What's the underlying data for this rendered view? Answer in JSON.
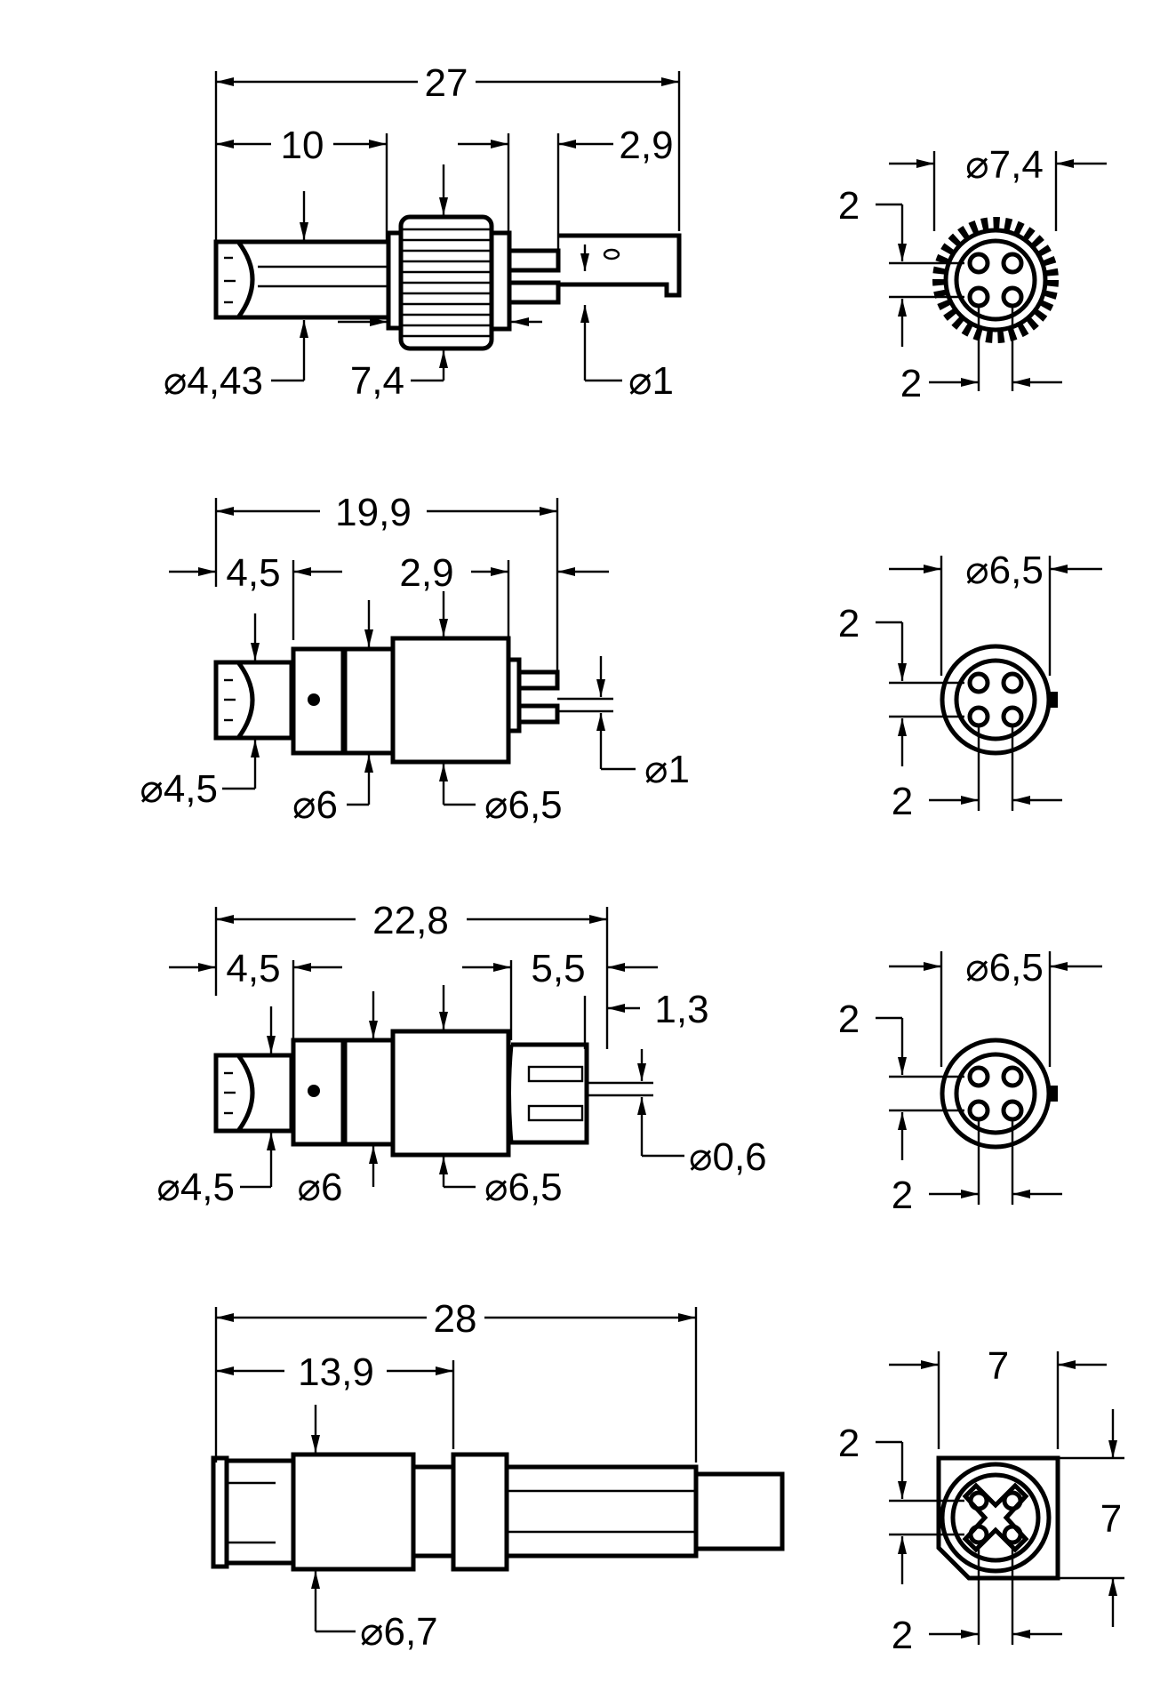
{
  "views": [
    {
      "id": "connector-1",
      "side_dims": {
        "total_length": "27",
        "front_length": "10",
        "pin_length": "2,9",
        "cable_dia": "⌀4,43",
        "nut_dia": "7,4",
        "pin_dia": "⌀1"
      },
      "end_dims": {
        "outer_dia": "⌀7,4",
        "pitch_v": "2",
        "pitch_h": "2"
      }
    },
    {
      "id": "connector-2",
      "side_dims": {
        "total_length": "19,9",
        "front_length": "4,5",
        "body_length": "2,9",
        "cable_dia": "⌀4,5",
        "ring_dia": "⌀6",
        "body_dia": "⌀6,5",
        "pin_dia": "⌀1"
      },
      "end_dims": {
        "outer_dia": "⌀6,5",
        "pitch_v": "2",
        "pitch_h": "2"
      }
    },
    {
      "id": "connector-3",
      "side_dims": {
        "total_length": "22,8",
        "front_length": "4,5",
        "socket_length": "5,5",
        "offset": "1,3",
        "cable_dia": "⌀4,5",
        "ring_dia": "⌀6",
        "body_dia": "⌀6,5",
        "pin_dia": "⌀0,6"
      },
      "end_dims": {
        "outer_dia": "⌀6,5",
        "pitch_v": "2",
        "pitch_h": "2"
      }
    },
    {
      "id": "connector-4",
      "side_dims": {
        "total_length": "28",
        "front_length": "13,9",
        "body_dia": "⌀6,7"
      },
      "end_dims": {
        "width": "7",
        "height": "7",
        "pitch_v": "2",
        "pitch_h": "2"
      }
    }
  ]
}
